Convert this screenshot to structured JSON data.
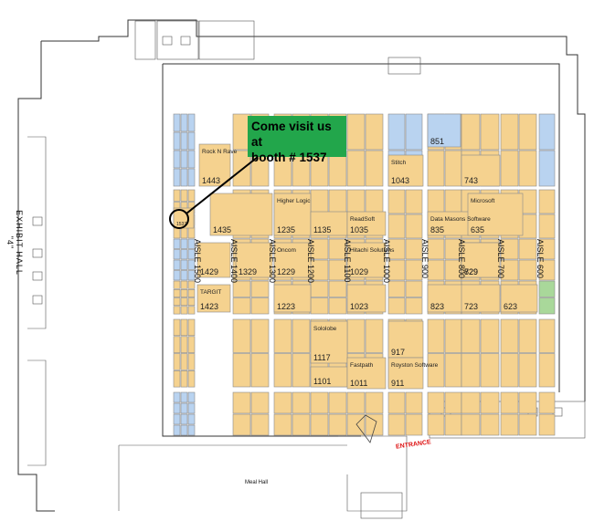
{
  "callout": {
    "line1": "Come visit us at",
    "line2": "booth # 1537"
  },
  "labels": {
    "exhibit_hall": "EXHIBIT HALL \"4\"",
    "entrance": "ENTRANCE",
    "meal_hall": "Meal Hall"
  },
  "colors": {
    "booth_tan": "#f5d28f",
    "booth_blue": "#b9d3f0",
    "booth_green": "#a9d89a",
    "callout": "#22a64b",
    "entrance": "#dd1111"
  },
  "aisles": [
    {
      "label": "AISLE 1500"
    },
    {
      "label": "AISLE 1400"
    },
    {
      "label": "AISLE 1300"
    },
    {
      "label": "AISLE 1200"
    },
    {
      "label": "AISLE 1100"
    },
    {
      "label": "AISLE 1000"
    },
    {
      "label": "AISLE 900"
    },
    {
      "label": "AISLE 800"
    },
    {
      "label": "AISLE 700"
    },
    {
      "label": "AISLE 600"
    }
  ],
  "booths": [
    {
      "num": "1443",
      "name": "Rock N Rave",
      "color": "tan"
    },
    {
      "num": "1435",
      "name": "",
      "color": "tan"
    },
    {
      "num": "1429",
      "name": "",
      "color": "tan"
    },
    {
      "num": "1423",
      "name": "TARGIT",
      "color": "tan"
    },
    {
      "num": "1235",
      "name": "Higher Logic",
      "color": "tan"
    },
    {
      "num": "1229",
      "name": "Oncom",
      "color": "tan"
    },
    {
      "num": "1223",
      "name": "",
      "color": "tan"
    },
    {
      "num": "1135",
      "name": "",
      "color": "tan"
    },
    {
      "num": "1117",
      "name": "Sololobe",
      "color": "tan"
    },
    {
      "num": "1101",
      "name": "",
      "color": "tan"
    },
    {
      "num": "1043",
      "name": "Stitch",
      "color": "tan"
    },
    {
      "num": "1035",
      "name": "ReadSoft",
      "color": "tan"
    },
    {
      "num": "1029",
      "name": "Hitachi Solutions",
      "color": "tan"
    },
    {
      "num": "1023",
      "name": "",
      "color": "tan"
    },
    {
      "num": "1011",
      "name": "Fastpath",
      "color": "tan"
    },
    {
      "num": "917",
      "name": "",
      "color": "tan"
    },
    {
      "num": "911",
      "name": "Royston Software",
      "color": "tan"
    },
    {
      "num": "851",
      "name": "",
      "color": "blue"
    },
    {
      "num": "835",
      "name": "Data Masons Software",
      "color": "tan"
    },
    {
      "num": "829",
      "name": "",
      "color": "tan"
    },
    {
      "num": "823",
      "name": "",
      "color": "tan"
    },
    {
      "num": "743",
      "name": "",
      "color": "tan"
    },
    {
      "num": "729",
      "name": "",
      "color": "tan"
    },
    {
      "num": "723",
      "name": "",
      "color": "tan"
    },
    {
      "num": "635",
      "name": "Microsoft",
      "color": "tan"
    },
    {
      "num": "623",
      "name": "",
      "color": "tan"
    },
    {
      "num": "1329",
      "name": "",
      "color": "tan"
    },
    {
      "num": "1537",
      "name": "",
      "color": "tan"
    }
  ]
}
